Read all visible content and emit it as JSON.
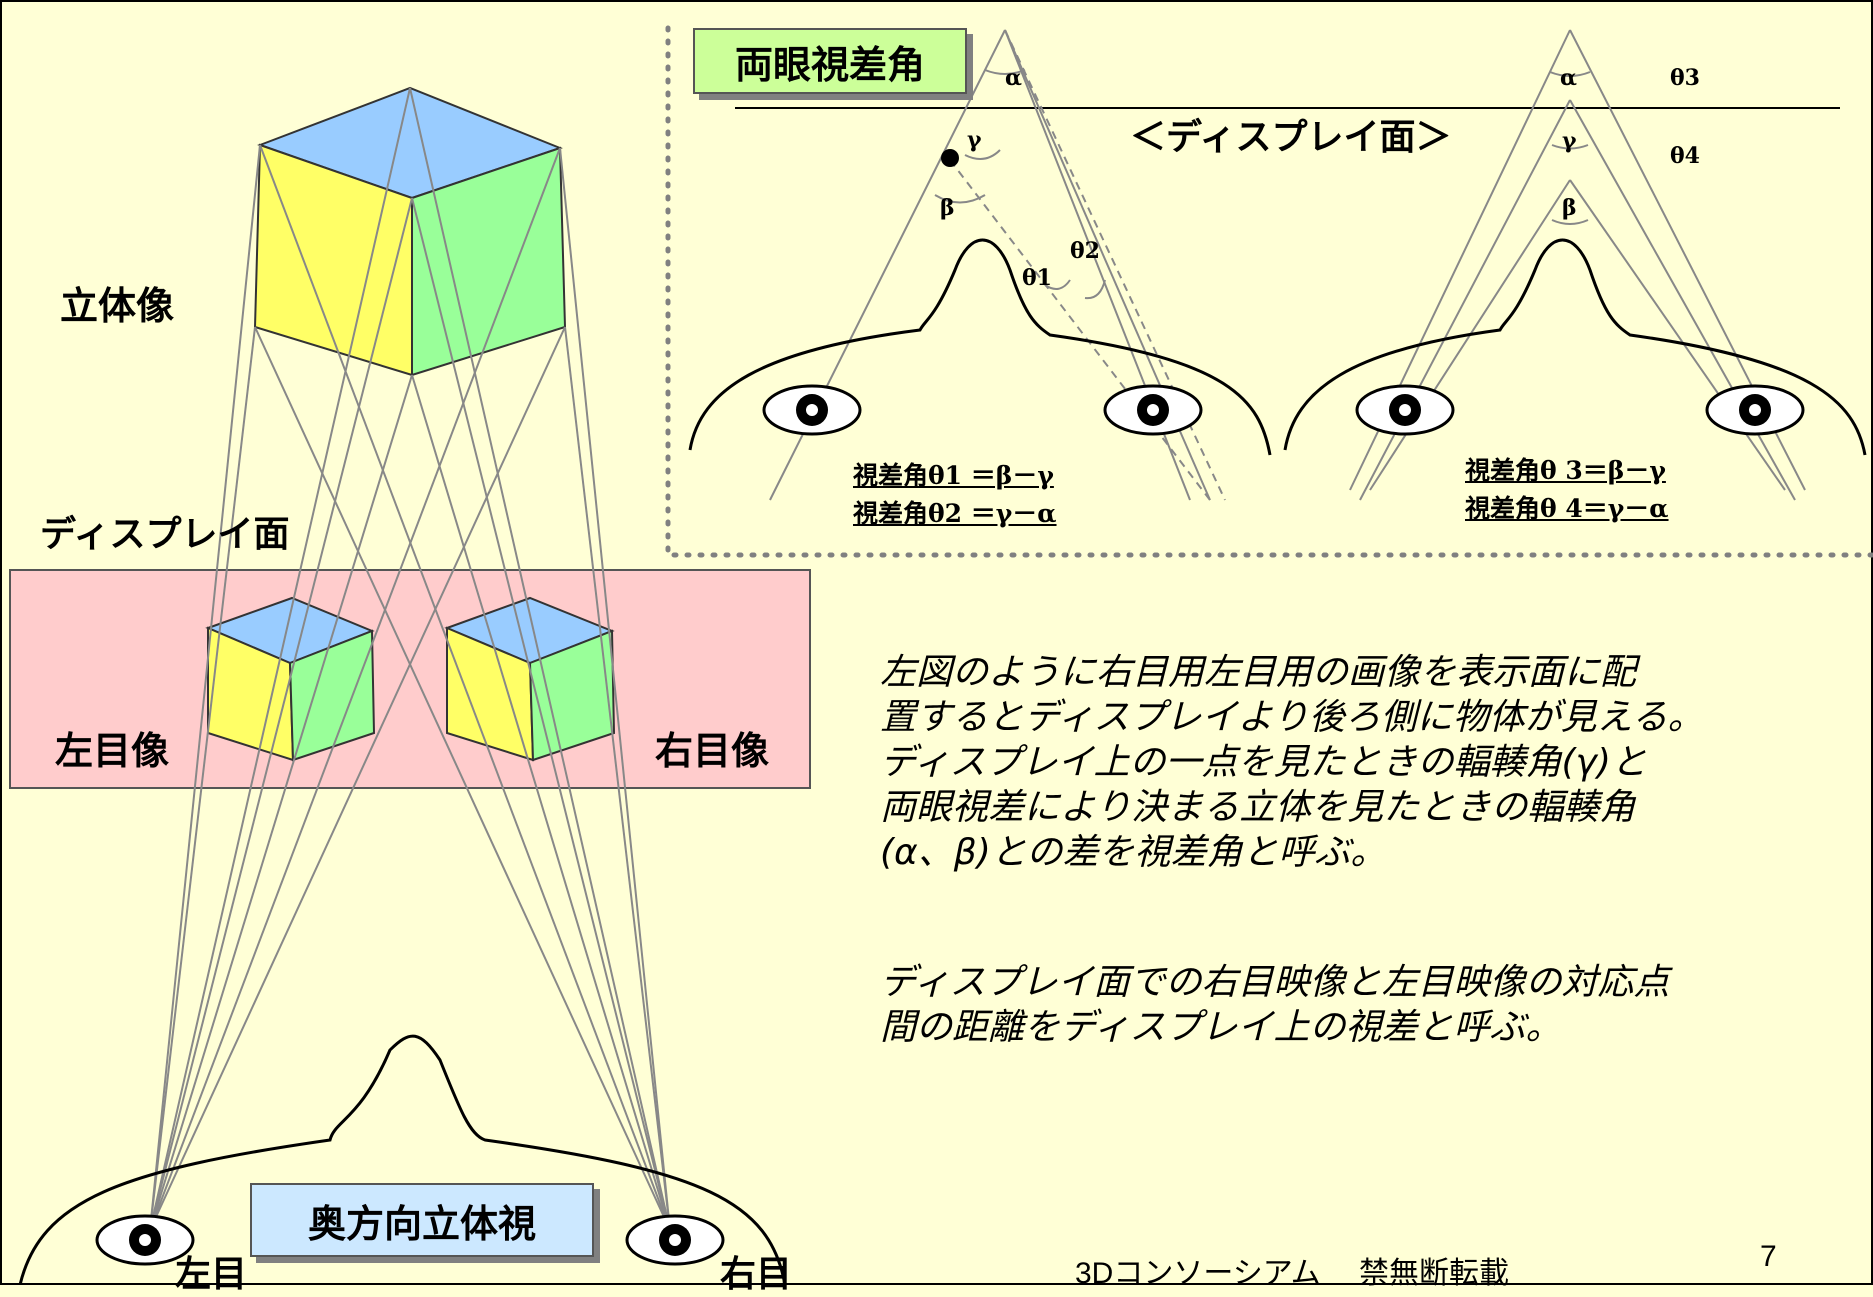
{
  "colors": {
    "background": "#ffffd6",
    "display_band": "#ffcccc",
    "cube_top": "#99ccff",
    "cube_left": "#ffff66",
    "cube_right": "#99ff99",
    "parallax_label_box": "#ccff99",
    "depth_label_box": "#cce8ff"
  },
  "labels": {
    "stereo_image": "立体像",
    "display_plane": "ディスプレイ面",
    "left_eye_image": "左目像",
    "right_eye_image": "右目像",
    "depth_stereo": "奥方向立体視",
    "left_eye": "左目",
    "right_eye": "右目"
  },
  "inset": {
    "title": "両眼視差角",
    "display_plane": "＜ディスプレイ面＞",
    "alpha": "α",
    "beta": "β",
    "gamma": "γ",
    "theta1": "θ1",
    "theta2": "θ2",
    "theta3": "θ3",
    "theta4": "θ4",
    "formula1": "視差角θ1 ＝β－γ",
    "formula2": "視差角θ2 ＝γ－α",
    "formula3": "視差角θ 3＝β－γ",
    "formula4": "視差角θ 4＝γ－α"
  },
  "description": {
    "para1_line1": "左図のように右目用左目用の画像を表示面に配",
    "para1_line2": "置するとディスプレイより後ろ側に物体が見える。",
    "para1_line3": "ディスプレイ上の一点を見たときの輻輳角(γ)と",
    "para1_line4": "両眼視差により決まる立体を見たときの輻輳角",
    "para1_line5": "(α、β)との差を視差角と呼ぶ。",
    "para2_line1": "ディスプレイ面での右目映像と左目映像の対応点",
    "para2_line2": "間の距離をディスプレイ上の視差と呼ぶ。"
  },
  "footer": {
    "copyright": "3Dコンソーシアム　 禁無断転載",
    "page_number": "7"
  }
}
